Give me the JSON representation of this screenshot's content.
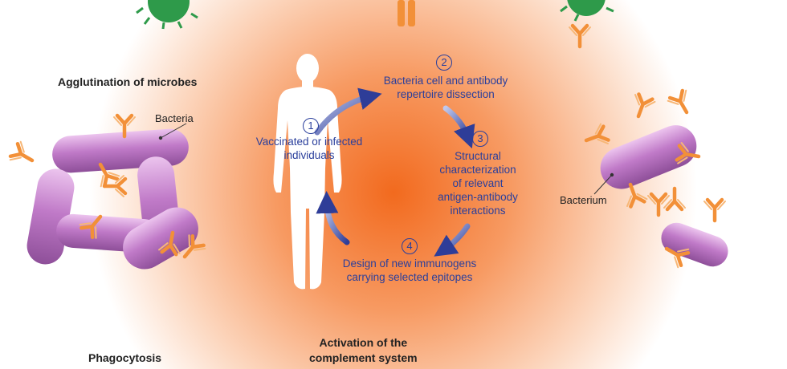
{
  "labels": {
    "agglutination": "Agglutination of microbes",
    "bacteria": "Bacteria",
    "bacterium": "Bacterium",
    "phagocytosis": "Phagocytosis",
    "complement": "Activation of the\ncomplement system"
  },
  "steps": [
    {
      "number": "1",
      "text": "Vaccinated or infected\nindividuals"
    },
    {
      "number": "2",
      "text": "Bacteria cell and antibody\nrepertoire dissection"
    },
    {
      "number": "3",
      "text": "Structural\ncharacterization\nof relevant\nantigen-antibody\ninteractions"
    },
    {
      "number": "4",
      "text": "Design of new immunogens\ncarrying selected epitopes"
    }
  ],
  "colors": {
    "glow_center": "#f26a1e",
    "cycle_arrow": "#2e3d98",
    "step_text": "#2a3f9c",
    "bacteria": "#c07ac8",
    "antibody": "#f29038",
    "virus": "#2e9a4a"
  }
}
